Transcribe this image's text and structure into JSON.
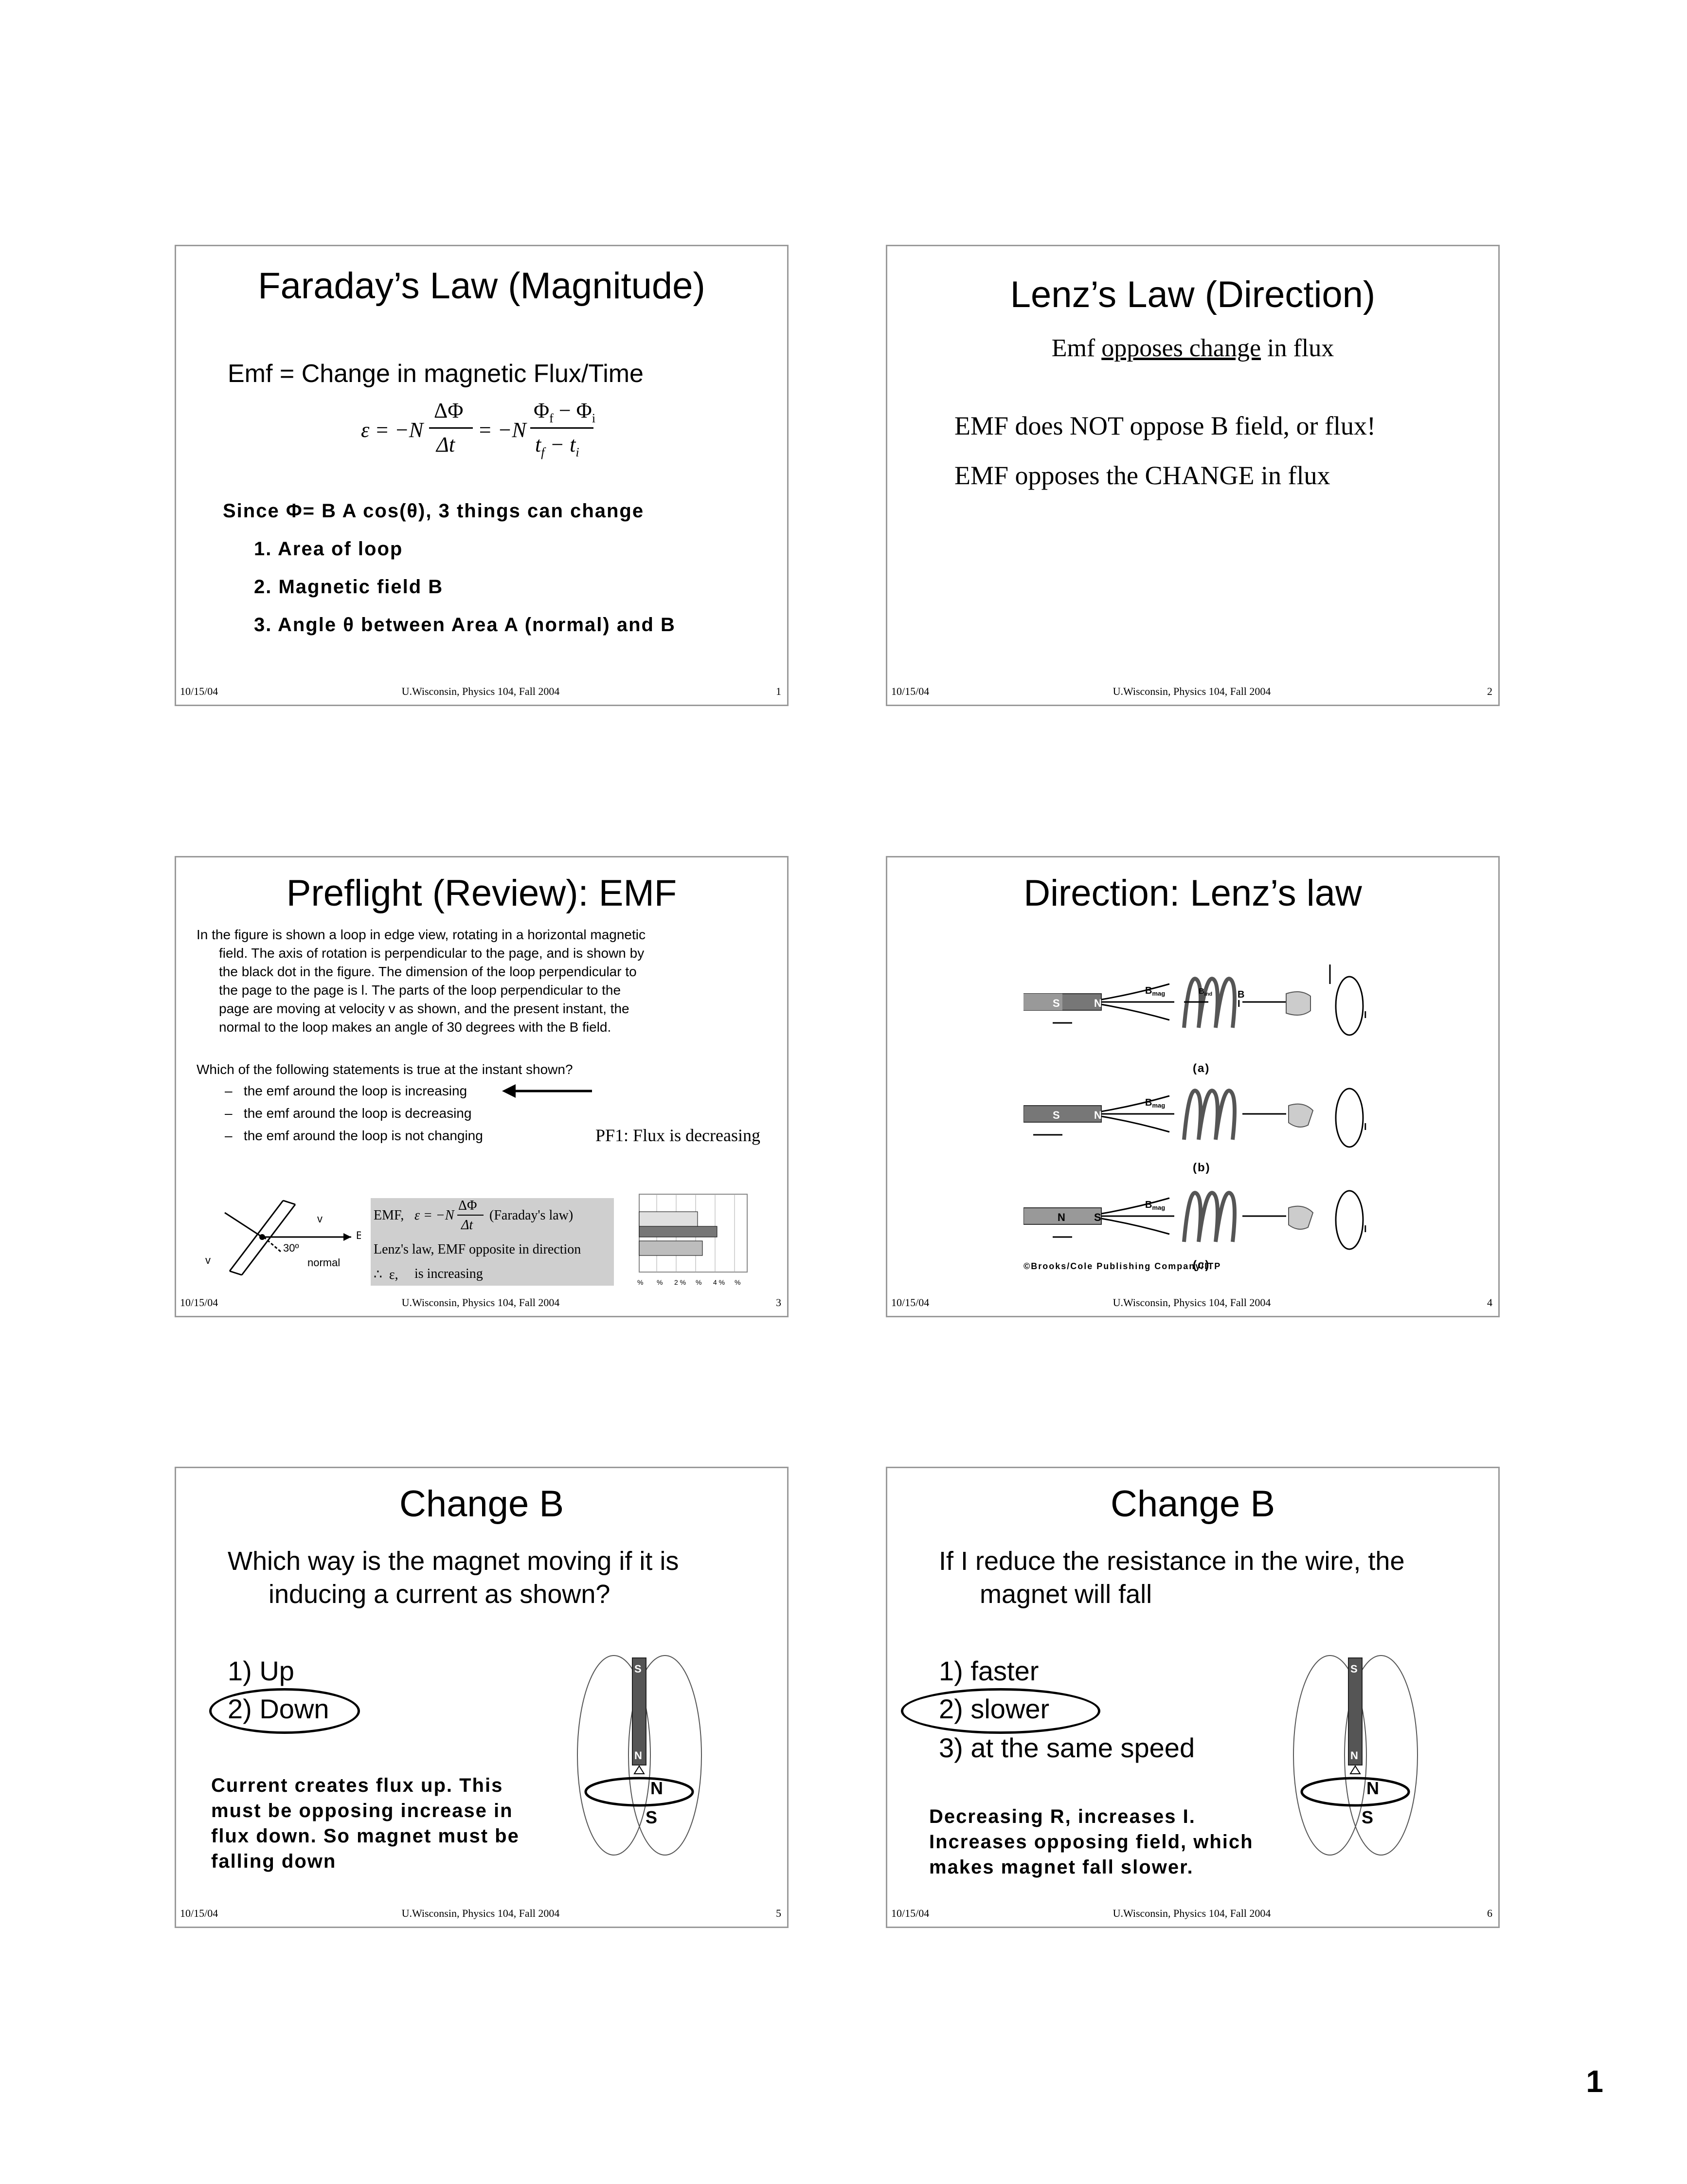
{
  "page_number": "1",
  "footer": {
    "date": "10/15/04",
    "course": "U.Wisconsin, Physics 104, Fall 2004"
  },
  "slide1": {
    "number": "1",
    "title": "Faraday’s Law (Magnitude)",
    "subtitle": "Emf = Change in magnetic Flux/Time",
    "since_line": "Since Φ= B A cos(θ), 3 things can change",
    "items": [
      "1. Area of loop",
      "2. Magnetic field B",
      "3. Angle θ between Area A (normal) and B"
    ]
  },
  "slide2": {
    "number": "2",
    "title": "Lenz’s Law (Direction)",
    "line1_pre": "Emf ",
    "line1_underlined": "opposes change",
    "line1_post": " in flux",
    "line2": "EMF does NOT oppose B field, or flux!",
    "line3": "EMF opposes the CHANGE in flux"
  },
  "slide3": {
    "number": "3",
    "title": "Preflight (Review): EMF",
    "paragraph": [
      "In the figure is shown a loop in edge view, rotating in a horizontal magnetic",
      "field.  The axis of rotation is perpendicular to the page, and is shown by",
      "the black dot in the figure.  The dimension of the loop perpendicular to",
      "the page to the page is l.  The parts of the loop perpendicular to the",
      "page are moving at  velocity v as shown, and the present instant, the",
      "normal to the loop makes an angle of 30 degrees with the B field."
    ],
    "question": "Which of the following statements is true at the instant shown?",
    "options": [
      "the emf around the loop is increasing",
      "the emf around the loop is decreasing",
      "the emf around the loop is not changing"
    ],
    "pf1": "PF1: Flux is decreasing",
    "box_emf": "EMF,",
    "box_faraday": "(Faraday's law)",
    "box_lenz": "Lenz's law, EMF opposite in direction",
    "box_conclusion": "is increasing",
    "fig_angle": "30º",
    "fig_normal": "normal",
    "fig_B": "B",
    "chart_ticks": [
      "%",
      "%",
      "2 %",
      "%",
      "4 %",
      "%"
    ]
  },
  "slide4": {
    "number": "4",
    "title": "Direction: Lenz’s law",
    "panel_labels": [
      "(a)",
      "(b)",
      "(c)"
    ],
    "credit": "©Brooks/Cole Publishing Company/ITP",
    "labels": {
      "S": "S",
      "N": "N",
      "Bmag": "B",
      "Bmag_sub": "mag",
      "Bind": "B",
      "Bind_sub": "ind",
      "B": "B",
      "I": "I"
    }
  },
  "slide5": {
    "number": "5",
    "title": "Change B",
    "question": [
      "Which way is the magnet moving if it is",
      "inducing a current as shown?"
    ],
    "options": [
      "1)  Up",
      "2)  Down"
    ],
    "explanation": [
      "Current  creates  flux  up.  This",
      "must  be  opposing  increase  in",
      "flux  down.  So  magnet  must  be",
      "falling  down"
    ],
    "magnet_S": "S",
    "magnet_N": "N",
    "loop_N": "N",
    "loop_S": "S"
  },
  "slide6": {
    "number": "6",
    "title": "Change B",
    "question": [
      "If I reduce the resistance in the wire, the",
      "magnet will fall"
    ],
    "options": [
      "1)  faster",
      "2)  slower",
      "3)  at the same speed"
    ],
    "explanation": [
      "Decreasing  R,  increases  I.",
      "Increases  opposing  field,  which",
      "makes  magnet  fall  slower."
    ],
    "magnet_S": "S",
    "magnet_N": "N",
    "loop_N": "N",
    "loop_S": "S"
  }
}
